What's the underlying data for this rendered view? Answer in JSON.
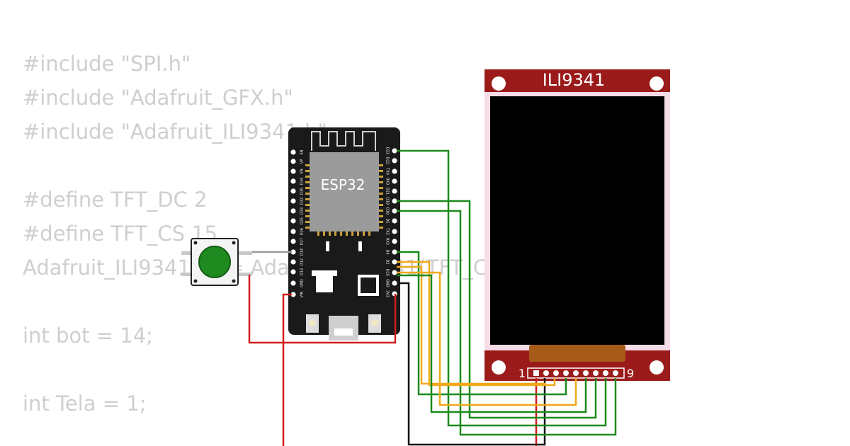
{
  "code": {
    "lines": [
      "#include \"SPI.h\"",
      "#include \"Adafruit_GFX.h\"",
      "#include \"Adafruit_ILI9341.h\"",
      "",
      "#define TFT_DC 2",
      "#define TFT_CS 15",
      "Adafruit_ILI9341 tft = Adafruit_ILI9341(TFT_CS, TFT_DC);",
      "",
      "int bot = 14;",
      "",
      "int Tela = 1;"
    ]
  },
  "esp32": {
    "chip_label": "ESP32",
    "left_pins": [
      "EN",
      "VP",
      "VN",
      "D34",
      "D35",
      "D32",
      "D33",
      "D25",
      "D26",
      "D27",
      "D14",
      "D12",
      "D13",
      "GND",
      "VIN"
    ],
    "right_pins": [
      "D23",
      "D22",
      "TX0",
      "RX0",
      "D21",
      "D19",
      "D18",
      "D5",
      "TX2",
      "RX2",
      "D4",
      "D2",
      "D15",
      "GND",
      "3V3"
    ]
  },
  "display": {
    "title": "ILI9341",
    "pin_first": "1",
    "pin_last": "9"
  },
  "colors": {
    "board_red": "#9b1b1b",
    "wire_green": "#1b8a1b",
    "wire_orange": "#f0a818",
    "wire_red": "#d41c1c",
    "wire_black": "#111111",
    "wire_gray": "#9a9a9a",
    "button_green": "#1f8a1f"
  }
}
